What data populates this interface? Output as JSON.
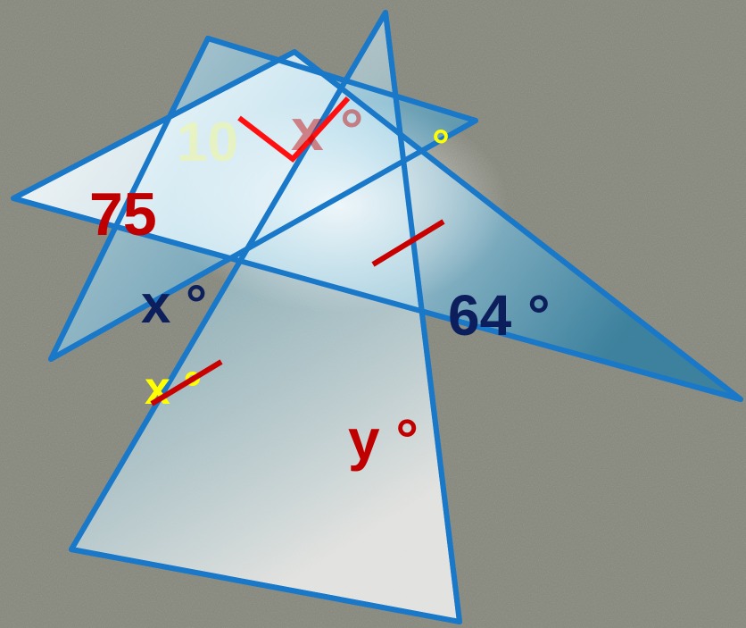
{
  "labels": {
    "angle_x_top": "x °",
    "angle_hidden_top": "10",
    "angle_yellow_top": "°",
    "angle_75": "75",
    "angle_x_left": "x °",
    "angle_64": "64 °",
    "angle_x_bottom": "x °",
    "angle_y": "y °"
  },
  "colors": {
    "background": "#85877b",
    "edge": "#1a78c8",
    "fill_light": "#ffffff",
    "fill_mid": "#a8d8ec",
    "fill_dark": "#2f7fa2",
    "red_label": "#c00000",
    "navy_label": "#0c1f5c",
    "yellow_label": "#ffff00",
    "tick": "#c80000",
    "right_angle_mark": "#ff1010"
  }
}
